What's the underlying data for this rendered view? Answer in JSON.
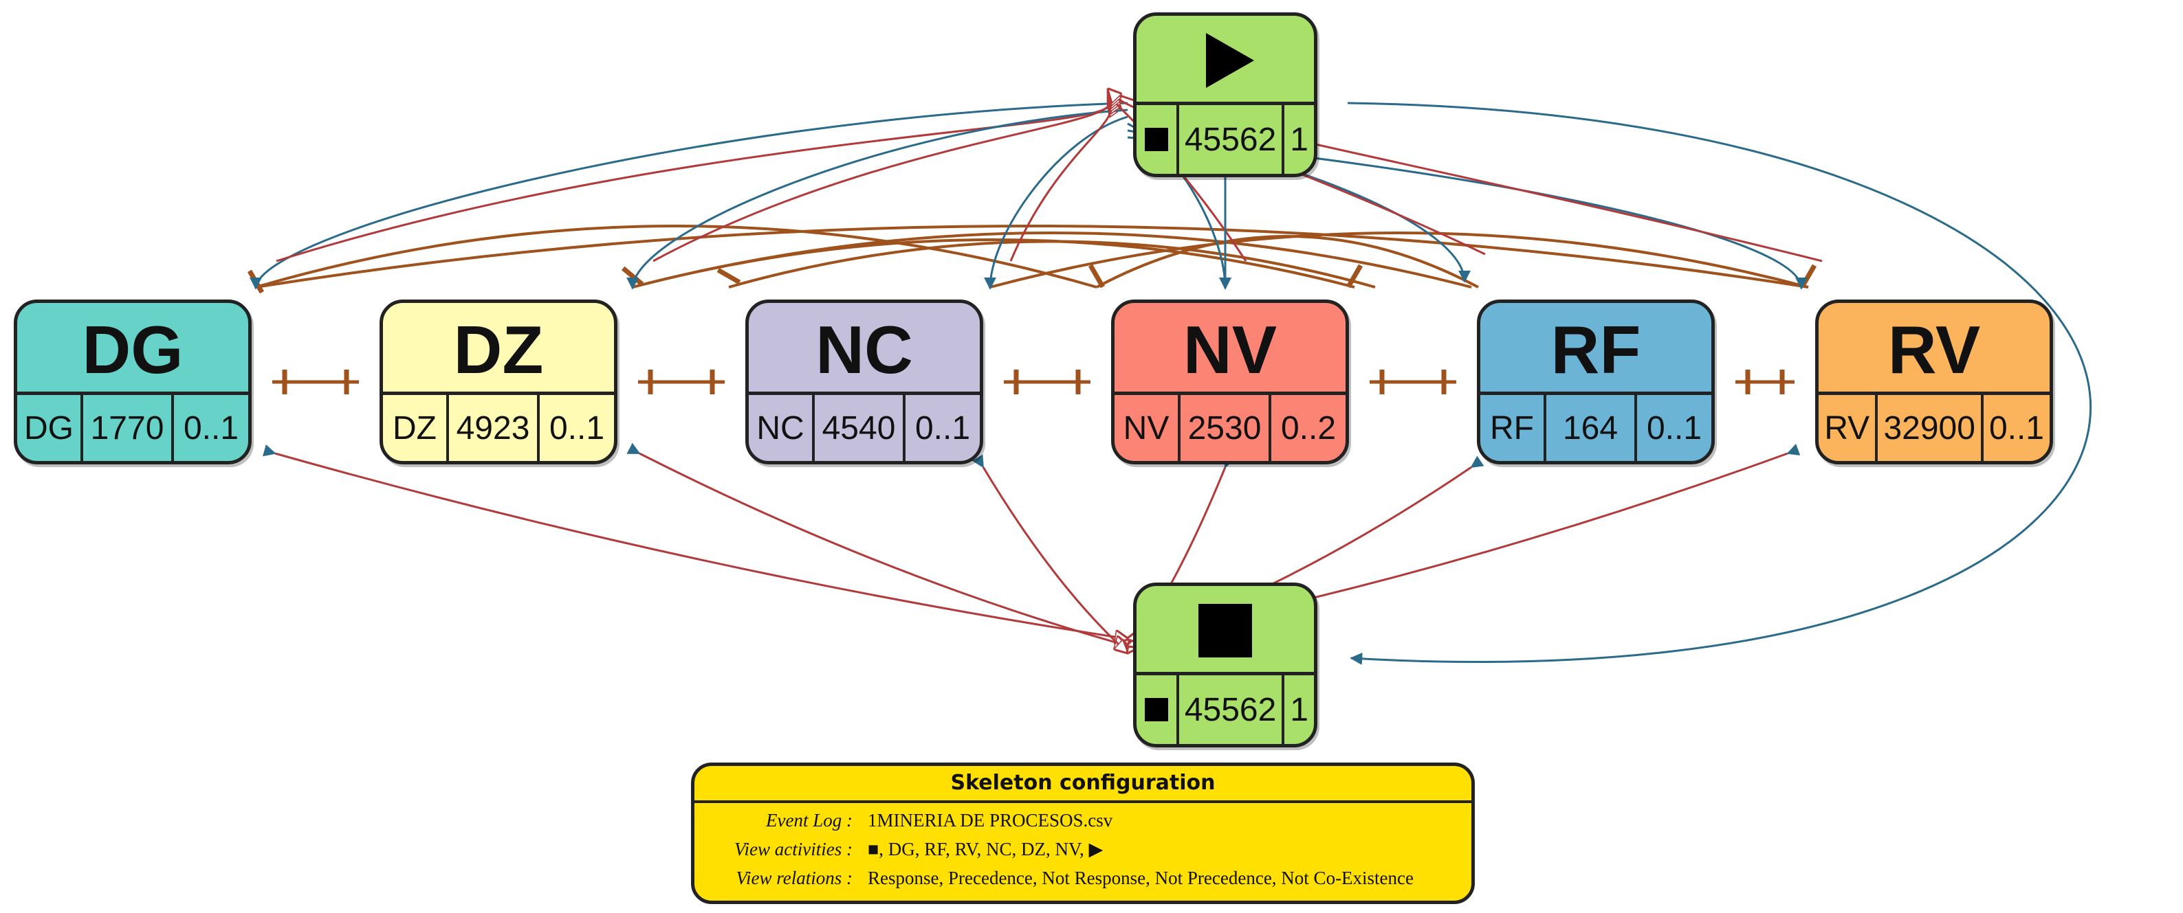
{
  "start_node": {
    "symbol": "play-icon",
    "end_symbol": "stop-icon",
    "count": "45562",
    "cardinality": "1",
    "color": "#a8e06a"
  },
  "activities": [
    {
      "name": "DG",
      "code": "DG",
      "count": "1770",
      "cardinality": "0..1",
      "color": "#66d2c8"
    },
    {
      "name": "DZ",
      "code": "DZ",
      "count": "4923",
      "cardinality": "0..1",
      "color": "#fffbb4"
    },
    {
      "name": "NC",
      "code": "NC",
      "count": "4540",
      "cardinality": "0..1",
      "color": "#c4c0dc"
    },
    {
      "name": "NV",
      "code": "NV",
      "count": "2530",
      "cardinality": "0..2",
      "color": "#fc8474"
    },
    {
      "name": "RF",
      "code": "RF",
      "count": "164",
      "cardinality": "0..1",
      "color": "#6cb4d6"
    },
    {
      "name": "RV",
      "code": "RV",
      "count": "32900",
      "cardinality": "0..1",
      "color": "#fcb45c"
    }
  ],
  "end_node": {
    "symbol": "stop-icon",
    "end_symbol": "stop-icon",
    "count": "45562",
    "cardinality": "1",
    "color": "#a8e06a"
  },
  "edge_colors": {
    "response": "#2a6a8a",
    "precedence": "#b23a3a",
    "not_coexistence": "#a0521c"
  },
  "legend": {
    "title": "Skeleton configuration",
    "rows": [
      {
        "label": "Event Log :",
        "value": "1MINERIA DE PROCESOS.csv"
      },
      {
        "label": "View activities :",
        "value": "■, DG, RF, RV, NC, DZ, NV, ▶"
      },
      {
        "label": "View relations :",
        "value": "Response, Precedence, Not Response, Not Precedence, Not Co-Existence"
      }
    ]
  }
}
